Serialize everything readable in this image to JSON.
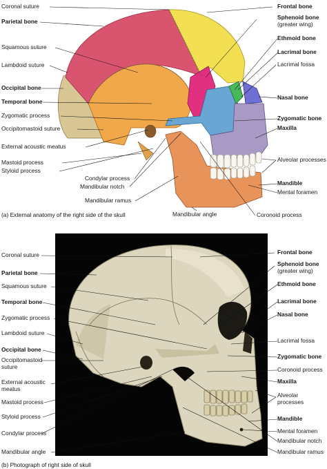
{
  "panel_a": {
    "caption": "(a) External anatomy of the right side of the skull",
    "labels_left": [
      {
        "text": "Coronal suture",
        "bold": false
      },
      {
        "text": "Parietal bone",
        "bold": true
      },
      {
        "text": "Squamous suture",
        "bold": false
      },
      {
        "text": "Lambdoid suture",
        "bold": false
      },
      {
        "text": "Occipital bone",
        "bold": true
      },
      {
        "text": "Temporal bone",
        "bold": true
      },
      {
        "text": "Zygomatic process",
        "bold": false
      },
      {
        "text": "Occipitomastoid suture",
        "bold": false
      },
      {
        "text": "External acoustic meatus",
        "bold": false
      },
      {
        "text": "Mastoid process",
        "bold": false
      },
      {
        "text": "Styloid process",
        "bold": false
      }
    ],
    "labels_bottom": [
      {
        "text": "Condylar process",
        "bold": false
      },
      {
        "text": "Mandibular notch",
        "bold": false
      },
      {
        "text": "Mandibular ramus",
        "bold": false
      },
      {
        "text": "Mandibular angle",
        "bold": false
      },
      {
        "text": "Coronoid process",
        "bold": false
      }
    ],
    "labels_right": [
      {
        "text": "Frontal bone",
        "bold": true
      },
      {
        "text": "Sphenoid bone",
        "bold": true
      },
      {
        "text": "(greater wing)",
        "bold": false
      },
      {
        "text": "Ethmoid bone",
        "bold": true
      },
      {
        "text": "Lacrimal bone",
        "bold": true
      },
      {
        "text": "Lacrimal fossa",
        "bold": false
      },
      {
        "text": "Nasal bone",
        "bold": true
      },
      {
        "text": "Zygomatic bone",
        "bold": true
      },
      {
        "text": "Maxilla",
        "bold": true
      },
      {
        "text": "Alveolar processes",
        "bold": false
      },
      {
        "text": "Mandible",
        "bold": true
      },
      {
        "text": "Mental foramen",
        "bold": false
      }
    ]
  },
  "panel_b": {
    "caption": "(b) Photograph of right side of skull",
    "labels_left": [
      {
        "text": "Coronal suture",
        "bold": false
      },
      {
        "text": "Parietal bone",
        "bold": true
      },
      {
        "text": "Squamous suture",
        "bold": false
      },
      {
        "text": "Temporal bone",
        "bold": true
      },
      {
        "text": "Zygomatic process",
        "bold": false
      },
      {
        "text": "Lambdoid suture",
        "bold": false
      },
      {
        "text": "Occipital bone",
        "bold": true
      },
      {
        "text": "Occipitomastoid",
        "bold": false
      },
      {
        "text": "suture",
        "bold": false
      },
      {
        "text": "External acoustic",
        "bold": false
      },
      {
        "text": "meatus",
        "bold": false
      },
      {
        "text": "Mastoid process",
        "bold": false
      },
      {
        "text": "Styloid process",
        "bold": false
      },
      {
        "text": "Condylar process",
        "bold": false
      },
      {
        "text": "Mandibular angle",
        "bold": false
      }
    ],
    "labels_right": [
      {
        "text": "Frontal bone",
        "bold": true
      },
      {
        "text": "Sphenoid bone",
        "bold": true
      },
      {
        "text": "(greater wing)",
        "bold": false
      },
      {
        "text": "Ethmoid bone",
        "bold": true
      },
      {
        "text": "Lacrimal bone",
        "bold": true
      },
      {
        "text": "Nasal bone",
        "bold": true
      },
      {
        "text": "Lacrimal fossa",
        "bold": false
      },
      {
        "text": "Zygomatic bone",
        "bold": true
      },
      {
        "text": "Coronoid process",
        "bold": false
      },
      {
        "text": "Maxilla",
        "bold": true
      },
      {
        "text": "Alveolar",
        "bold": false
      },
      {
        "text": "processes",
        "bold": false
      },
      {
        "text": "Mandible",
        "bold": true
      },
      {
        "text": "Mental foramen",
        "bold": false
      },
      {
        "text": "Mandibular notch",
        "bold": false
      },
      {
        "text": "Mandibular ramus",
        "bold": false
      }
    ]
  },
  "colors": {
    "parietal": "#d9546e",
    "frontal": "#f2e052",
    "temporal": "#f1a84a",
    "occipital": "#d8c795",
    "sphenoid": "#e1307f",
    "zygomatic": "#6aa6d4",
    "maxilla": "#a89ac4",
    "mandible": "#e8935a",
    "nasal": "#6f6fd6",
    "ethmoid": "#48b95a",
    "photo_bg": "#050505",
    "bone_photo": "#ddd6be"
  }
}
